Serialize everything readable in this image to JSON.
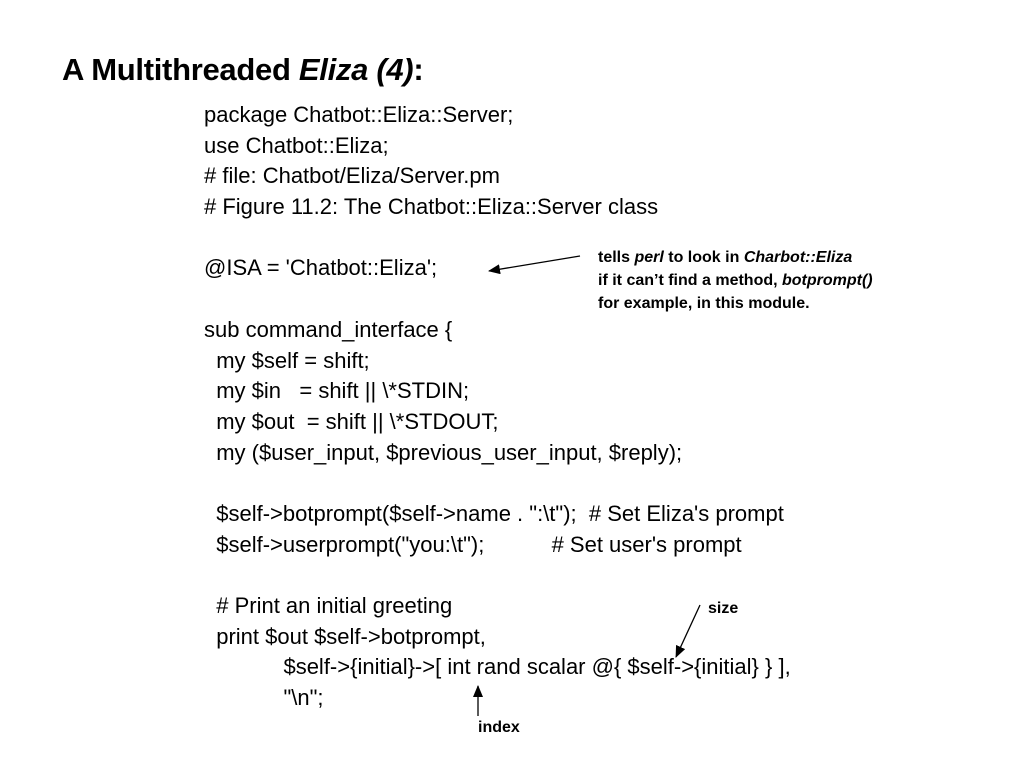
{
  "slide": {
    "title": {
      "prefix": "A Multithreaded ",
      "italic": "Eliza (4)",
      "suffix": ":"
    },
    "code_lines": [
      "package Chatbot::Eliza::Server;",
      "use Chatbot::Eliza;",
      "# file: Chatbot/Eliza/Server.pm",
      "# Figure 11.2: The Chatbot::Eliza::Server class",
      "",
      "@ISA = 'Chatbot::Eliza';",
      "",
      "sub command_interface {",
      "  my $self = shift;",
      "  my $in   = shift || \\*STDIN;",
      "  my $out  = shift || \\*STDOUT;",
      "  my ($user_input, $previous_user_input, $reply);",
      "",
      "  $self->botprompt($self->name . \":\\t\");  # Set Eliza's prompt",
      "  $self->userprompt(\"you:\\t\");           # Set user's prompt",
      "",
      "  # Print an initial greeting",
      "  print $out $self->botprompt,",
      "             $self->{initial}->[ int rand scalar @{ $self->{initial} } ],",
      "             \"\\n\";"
    ],
    "isa_note": {
      "l1_a": "tells ",
      "l1_b": "perl",
      "l1_c": " to look in ",
      "l1_d": "Charbot::Eliza",
      "l2_a": "if it can’t find a method, ",
      "l2_b": "botprompt()",
      "l3": "for example, in this module."
    },
    "size_label": "size",
    "index_label": "index"
  }
}
